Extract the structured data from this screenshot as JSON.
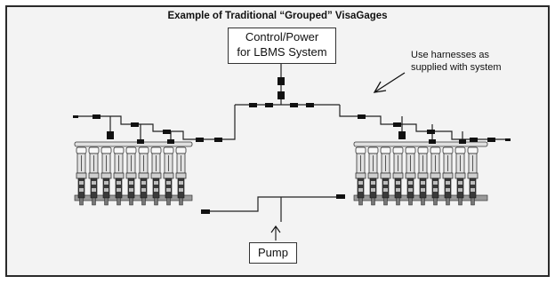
{
  "title": "Example of Traditional “Grouped” VisaGages",
  "control_box": {
    "line1": "Control/Power",
    "line2": "for LBMS System"
  },
  "harness_note": {
    "line1": "Use harnesses as",
    "line2": "supplied with system"
  },
  "pump_label": "Pump",
  "colors": {
    "frame_border": "#2a2a2a",
    "background": "#f3f3f3",
    "wire": "#222222",
    "connector": "#111111"
  }
}
